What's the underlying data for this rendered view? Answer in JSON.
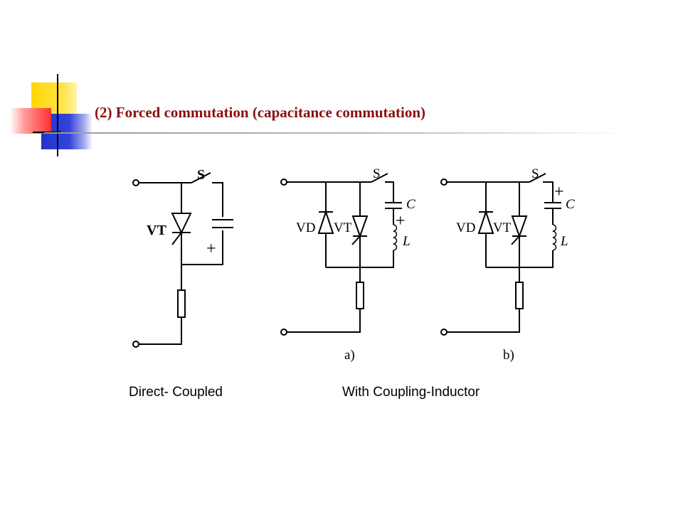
{
  "title": "(2) Forced commutation (capacitance commutation)",
  "colors": {
    "title": "#8b0e0e",
    "deco_yellow": "#ffd700",
    "deco_red": "#ff3b3b",
    "deco_blue": "#3344cc",
    "line": "#000000"
  },
  "circuit_direct": {
    "switch_label": "S",
    "thyristor_label": "VT",
    "cap_polarity": "+"
  },
  "circuit_a": {
    "switch_label": "S",
    "diode_label": "VD",
    "thyristor_label": "VT",
    "cap_label": "C",
    "ind_label": "L",
    "cap_polarity": "+",
    "sublabel": "a)"
  },
  "circuit_b": {
    "switch_label": "S",
    "diode_label": "VD",
    "thyristor_label": "VT",
    "cap_label": "C",
    "ind_label": "L",
    "cap_polarity": "+",
    "sublabel": "b)"
  },
  "captions": {
    "direct": "Direct- Coupled",
    "coupling": "With Coupling-Inductor"
  }
}
